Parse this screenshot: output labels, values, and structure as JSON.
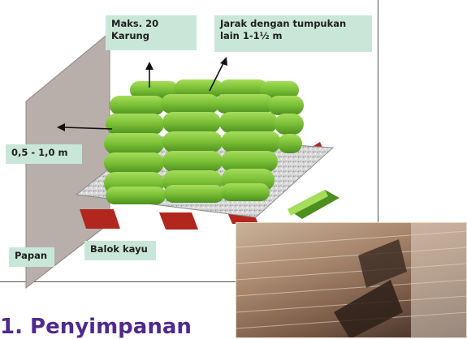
{
  "labels": {
    "max_stack": "Maks. 20\nKarung",
    "distance_other": "Jarak dengan tumpukan\nlain 1-1½ m",
    "wall_distance": "0,5 - 1,0 m",
    "board": "Papan",
    "wood_beam": "Balok kayu"
  },
  "heading": "1. Penyimpanan",
  "colors": {
    "sack_green": "#7cc23a",
    "sack_dark": "#4d8f1f",
    "label_bg": "#c9e7d9",
    "beam_red": "#b2271d",
    "wall_grey": "#b8afaa",
    "heading_purple": "#4f2a8c"
  },
  "icons": [
    "arrow-up-icon",
    "arrow-left-icon"
  ]
}
